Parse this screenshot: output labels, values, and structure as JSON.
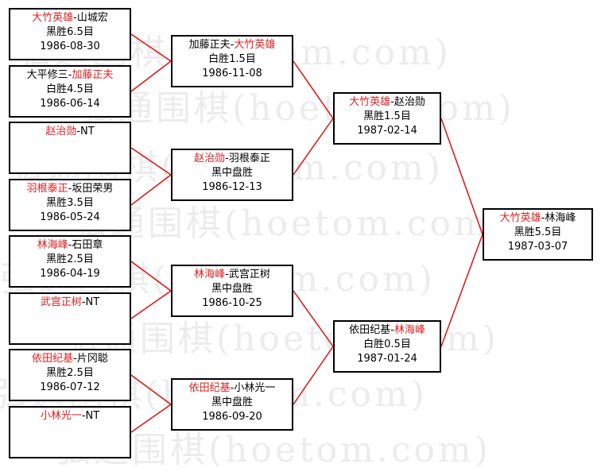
{
  "colors": {
    "highlight": "#e02020",
    "line": "#e01010",
    "border": "#000000",
    "watermark": "#ececec"
  },
  "watermark_text": "弘通围棋(hoetom.com)",
  "matches": [
    {
      "id": "r1-1",
      "parts": [
        {
          "text": "大竹英雄",
          "red": true
        },
        {
          "text": "-山城宏",
          "red": false
        }
      ],
      "result": "黑胜6.5目",
      "date": "1986-08-30"
    },
    {
      "id": "r1-2",
      "parts": [
        {
          "text": "大平修三-",
          "red": false
        },
        {
          "text": "加藤正夫",
          "red": true
        }
      ],
      "result": "白胜4.5目",
      "date": "1986-06-14"
    },
    {
      "id": "r1-3",
      "parts": [
        {
          "text": "赵治勋",
          "red": true
        },
        {
          "text": "-NT",
          "red": false
        }
      ],
      "result": "",
      "date": ""
    },
    {
      "id": "r1-4",
      "parts": [
        {
          "text": "羽根泰正",
          "red": true
        },
        {
          "text": "-坂田荣男",
          "red": false
        }
      ],
      "result": "黑胜3.5目",
      "date": "1986-05-24"
    },
    {
      "id": "r1-5",
      "parts": [
        {
          "text": "林海峰",
          "red": true
        },
        {
          "text": "-石田章",
          "red": false
        }
      ],
      "result": "黑胜2.5目",
      "date": "1986-04-19"
    },
    {
      "id": "r1-6",
      "parts": [
        {
          "text": "武宫正树",
          "red": true
        },
        {
          "text": "-NT",
          "red": false
        }
      ],
      "result": "",
      "date": ""
    },
    {
      "id": "r1-7",
      "parts": [
        {
          "text": "依田纪基",
          "red": true
        },
        {
          "text": "-片冈聪",
          "red": false
        }
      ],
      "result": "黑胜2.5目",
      "date": "1986-07-12"
    },
    {
      "id": "r1-8",
      "parts": [
        {
          "text": "小林光一",
          "red": true
        },
        {
          "text": "-NT",
          "red": false
        }
      ],
      "result": "",
      "date": ""
    },
    {
      "id": "r2-1",
      "parts": [
        {
          "text": "加藤正夫-",
          "red": false
        },
        {
          "text": "大竹英雄",
          "red": true
        }
      ],
      "result": "白胜1.5目",
      "date": "1986-11-08"
    },
    {
      "id": "r2-2",
      "parts": [
        {
          "text": "赵治勋",
          "red": true
        },
        {
          "text": "-羽根泰正",
          "red": false
        }
      ],
      "result": "黑中盘胜",
      "date": "1986-12-13"
    },
    {
      "id": "r2-3",
      "parts": [
        {
          "text": "林海峰",
          "red": true
        },
        {
          "text": "-武宫正树",
          "red": false
        }
      ],
      "result": "黑中盘胜",
      "date": "1986-10-25"
    },
    {
      "id": "r2-4",
      "parts": [
        {
          "text": "依田纪基",
          "red": true
        },
        {
          "text": "-小林光一",
          "red": false
        }
      ],
      "result": "黑中盘胜",
      "date": "1986-09-20"
    },
    {
      "id": "r3-1",
      "parts": [
        {
          "text": "大竹英雄",
          "red": true
        },
        {
          "text": "-赵治勋",
          "red": false
        }
      ],
      "result": "黑胜1.5目",
      "date": "1987-02-14"
    },
    {
      "id": "r3-2",
      "parts": [
        {
          "text": "依田纪基-",
          "red": false
        },
        {
          "text": "林海峰",
          "red": true
        }
      ],
      "result": "白胜0.5目",
      "date": "1987-01-24"
    },
    {
      "id": "final",
      "parts": [
        {
          "text": "大竹英雄",
          "red": true
        },
        {
          "text": "-林海峰",
          "red": false
        }
      ],
      "result": "黑胜5.5目",
      "date": "1987-03-07"
    }
  ]
}
